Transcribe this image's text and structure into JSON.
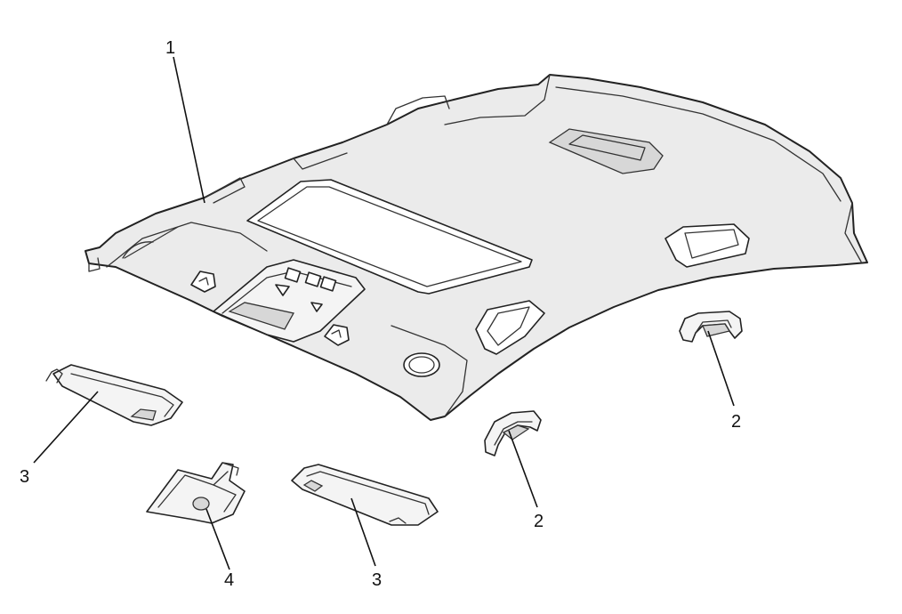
{
  "callouts": {
    "headliner": "1",
    "assist_handle_front": "2",
    "assist_handle_rear": "2",
    "sunvisor_left": "3",
    "sunvisor_right": "3",
    "center_clip": "4"
  }
}
